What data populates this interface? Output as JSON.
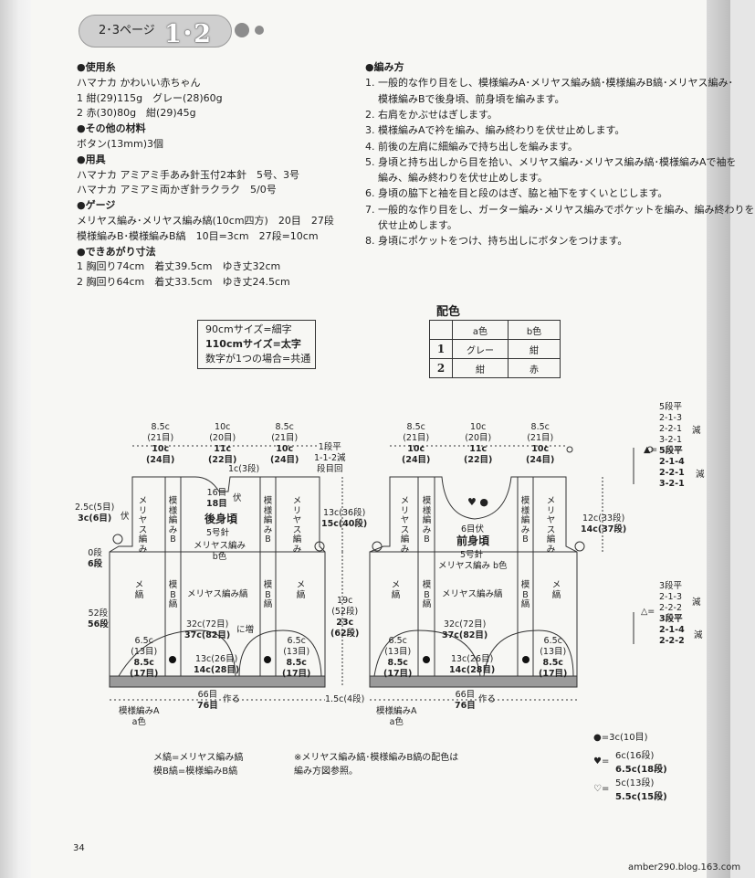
{
  "header": {
    "subtitle": "2･3ページ",
    "title": "1･2"
  },
  "materials": [
    {
      "text": "●使用糸",
      "bold": true
    },
    {
      "text": "ハマナカ かわいい赤ちゃん"
    },
    {
      "text": "1 紺(29)115g　グレー(28)60g"
    },
    {
      "text": "2 赤(30)80g　紺(29)45g"
    },
    {
      "text": "●その他の材料",
      "bold": true
    },
    {
      "text": "ボタン(13mm)3個"
    },
    {
      "text": "●用具",
      "bold": true
    },
    {
      "text": "ハマナカ アミアミ手あみ針玉付2本針　5号、3号"
    },
    {
      "text": "ハマナカ アミアミ両かぎ針ラクラク　5/0号"
    },
    {
      "text": "●ゲージ",
      "bold": true
    },
    {
      "text": "メリヤス編み･メリヤス編み縞(10cm四方)　20目　27段"
    },
    {
      "text": "模様編みB･模様編みB縞　10目=3cm　27段=10cm"
    },
    {
      "text": "●できあがり寸法",
      "bold": true
    },
    {
      "text": "1 胸回り74cm　着丈39.5cm　ゆき丈32cm"
    },
    {
      "text": "2 胸回り64cm　着丈33.5cm　ゆき丈24.5cm"
    }
  ],
  "instructions": [
    "●編み方",
    "1. 一般的な作り目をし、模様編みA･メリヤス編み縞･模様編みB縞･メリヤス編み･",
    "模様編みBで後身頃、前身頃を編みます。",
    "2. 右肩をかぶせはぎします。",
    "3. 模様編みAで衿を編み、編み終わりを伏せ止めします。",
    "4. 前後の左肩に細編みで持ち出しを編みます。",
    "5. 身頃と持ち出しから目を拾い、メリヤス編み･メリヤス編み縞･模様編みAで袖を",
    "編み、編み終わりを伏せ止めします。",
    "6. 身頃の脇下と袖を目と段のはぎ、脇と袖下をすくいとじします。",
    "7. 一般的な作り目をし、ガーター編み･メリヤス編みでポケットを編み、編み終わりを",
    "伏せ止めします。",
    "8. 身頃にポケットをつけ、持ち出しにボタンをつけます。"
  ],
  "size_note": [
    "90cmサイズ=細字",
    "110cmサイズ=太字",
    "数字が1つの場合=共通"
  ],
  "color_table": {
    "title": "配色",
    "headers": [
      "",
      "a色",
      "b色"
    ],
    "rows": [
      [
        "1",
        "グレー",
        "紺"
      ],
      [
        "2",
        "紺",
        "赤"
      ]
    ]
  },
  "diagram": {
    "back": {
      "top": [
        [
          "8.5c",
          "(21目)",
          "10c",
          "(24目)"
        ],
        [
          "10c",
          "(20目)",
          "11c",
          "(22目)"
        ],
        [
          "8.5c",
          "(21目)",
          "10c",
          "(24目)"
        ]
      ],
      "neck_depth": "1c(3段)",
      "neck_sts": [
        "16目",
        "18目",
        "伏"
      ],
      "name": "後身頃",
      "needle": "5号針",
      "yoke": [
        "メリヤス編み",
        "b色"
      ],
      "armhole": [
        "2.5c(5目)",
        "3c(6目)",
        "伏",
        "0段",
        "6段"
      ],
      "cols": {
        "moyoB": "模様編みB",
        "meriyasu": "メリヤス編み",
        "shima": "メ縞",
        "bshima": "模B縞",
        "meriyasu_shima": "メリヤス編み縞"
      },
      "rows_52": [
        "52段",
        "56段"
      ],
      "increase": [
        "32c(72目)",
        "37c(82目)",
        "に増"
      ],
      "sides": [
        "6.5c",
        "(13目)",
        "8.5c",
        "(17目)"
      ],
      "center": [
        "13c(26目)",
        "14c(28目)"
      ],
      "bottom": [
        "66目",
        "76目",
        "作る"
      ],
      "border": [
        "模様編みA",
        "a色"
      ]
    },
    "middle": {
      "shoulder_seam": [
        "1段平",
        "1-1-2減",
        "段目回"
      ],
      "armhole_h": [
        "13c(36段)",
        "15c(40段)"
      ],
      "total_h": [
        "19c",
        "(52段)",
        "23c",
        "(62段)"
      ],
      "hem": "1.5c(4段)"
    },
    "front": {
      "top": [
        [
          "8.5c",
          "(21目)",
          "10c",
          "(24目)"
        ],
        [
          "10c",
          "(20目)",
          "11c",
          "(22目)"
        ],
        [
          "8.5c",
          "(21目)",
          "10c",
          "(24目)"
        ]
      ],
      "neck_sts": "6目伏",
      "name": "前身頃",
      "needle": "5号針",
      "yoke": "メリヤス編み b色",
      "armhole": [
        "12c(33段)",
        "14c(37段)"
      ],
      "increase": [
        "32c(72目)",
        "37c(82目)"
      ],
      "sides": [
        "6.5c",
        "(13目)",
        "8.5c",
        "(17目)"
      ],
      "center": [
        "13c(26目)",
        "14c(28目)"
      ],
      "bottom": [
        "66目",
        "76目",
        "作る"
      ]
    },
    "right_notes": {
      "top": [
        "5段平",
        "2-1-3",
        "2-2-1",
        "3-2-1"
      ],
      "top_bold": [
        "5段平",
        "2-1-4",
        "2-2-1",
        "3-2-1"
      ],
      "dec": "減",
      "mid": [
        "3段平",
        "2-1-3",
        "2-2-2"
      ],
      "mid_bold": [
        "3段平",
        "2-1-4",
        "2-2-2"
      ]
    }
  },
  "abbrev": [
    "メ縞=メリヤス編み縞",
    "模B縞=模様編みB縞"
  ],
  "color_note": [
    "※メリヤス編み縞･模様編みB縞の配色は",
    "編み方図参照。"
  ],
  "legend": [
    {
      "sym": "●",
      "text": "=3c(10目)"
    },
    {
      "sym": "♥",
      "text": "=",
      "a": "6c(16段)",
      "b": "6.5c(18段)"
    },
    {
      "sym": "♡",
      "text": "=",
      "a": "5c(13段)",
      "b": "5.5c(15段)"
    }
  ],
  "page_number": "34",
  "watermark": "amber290.blog.163.com"
}
